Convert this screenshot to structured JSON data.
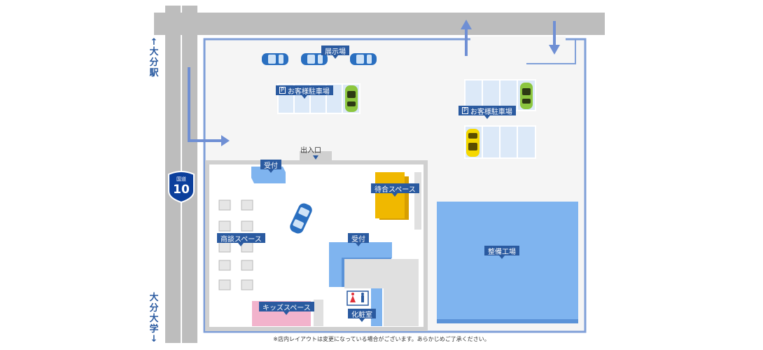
{
  "map": {
    "labels": {
      "showroom": "展示場",
      "parking_1": "お客様駐車場",
      "parking_2": "お客様駐車場",
      "parking_icon": "P",
      "entrance": "出入口",
      "reception_1": "受付",
      "reception_2": "受付",
      "waiting_space": "待合スペース",
      "consultation_space": "商談スペース",
      "maintenance_shop": "整備工場",
      "kids_space": "キッズスペース",
      "restroom": "化粧室"
    },
    "directions": {
      "north_label": "大分駅",
      "north_arrow": "↑",
      "south_label": "大分大学",
      "south_arrow": "↓"
    },
    "route_sign": {
      "caption": "国道",
      "number": "10"
    },
    "footnote": "※店内レイアウトは変更になっている場合がございます。あらかじめご了承ください。",
    "colors": {
      "road": "#bdbdbd",
      "lot": "#f5f5f5",
      "outline": "#7f9fd8",
      "label_bg": "#2a5aa0",
      "parking_space": "#dce9f8",
      "maintenance": "#7fb4ef",
      "waiting": "#f0b800",
      "kids": "#f2b3cc",
      "reception": "#7fb4ef",
      "car_blue": "#2a6fc0",
      "car_green": "#8cc63f",
      "car_yellow": "#f5d800"
    }
  }
}
